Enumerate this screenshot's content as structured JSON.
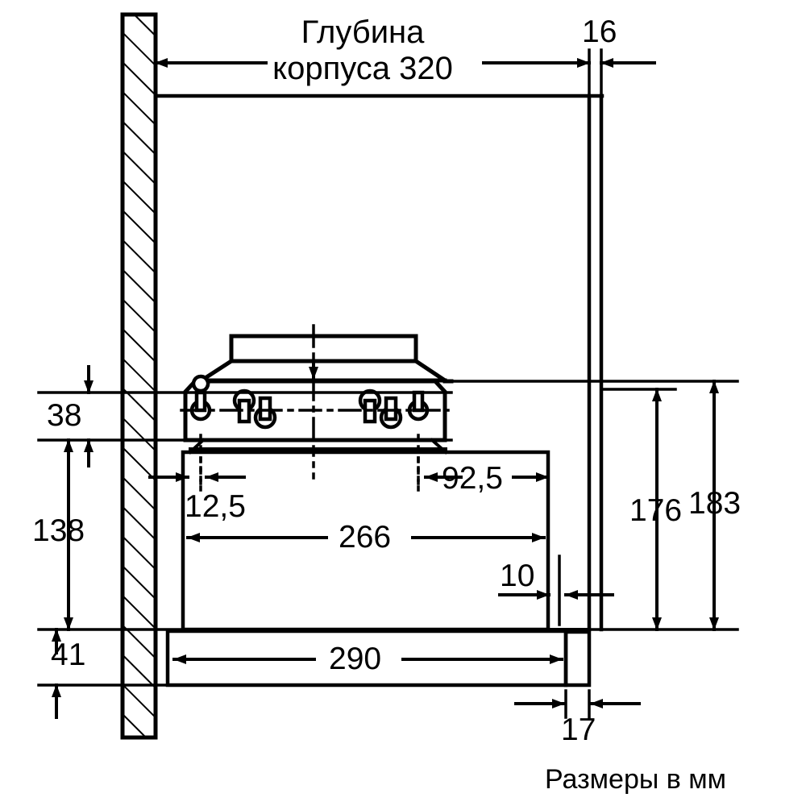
{
  "drawing": {
    "kind": "installation-dimension-drawing",
    "subject": "telescopic built-in cooker hood, side section view",
    "units_caption": "Размеры в мм",
    "title_text": "Глубина\nкорпуса 320",
    "title_lines": [
      "Глубина",
      "корпуса 320"
    ],
    "line_color": "#000000",
    "background_color": "#ffffff"
  },
  "dimensions": {
    "cabinet_depth": "Глубина\nкорпуса 320",
    "cabinet_depth_value": "320",
    "front_panel_thickness": "16",
    "wall_to_hood_top": "38",
    "hood_body_height": "138",
    "below_hood": "41",
    "hood_inner_offset_left": "12,5",
    "hood_inner_offset_right": "92,5",
    "mount_hole_span": "266",
    "rear_gap": "10",
    "slide_panel_depth": "290",
    "front_trim_thickness": "17",
    "height_inner": "176",
    "height_outer": "183"
  },
  "labels": {
    "d16": "16",
    "d38": "38",
    "d138": "138",
    "d41": "41",
    "d125": "12,5",
    "d925": "92,5",
    "d266": "266",
    "d10": "10",
    "d290": "290",
    "d17": "17",
    "d176": "176",
    "d183": "183"
  },
  "parts": [
    {
      "name": "wall",
      "note": "hatched section wall at left"
    },
    {
      "name": "cabinet-outline",
      "note": "upper cabinet carcass"
    },
    {
      "name": "duct-collar",
      "note": "round outlet collar on top of motor housing"
    },
    {
      "name": "motor-housing",
      "note": "hood chassis with keyhole mounting slots"
    },
    {
      "name": "hood-body",
      "note": "main hood box"
    },
    {
      "name": "slide-out-panel",
      "note": "telescopic pull-out drawer"
    },
    {
      "name": "front-trim",
      "note": "front fascia strip"
    },
    {
      "name": "centerline",
      "note": "dash-dot axis lines"
    }
  ]
}
